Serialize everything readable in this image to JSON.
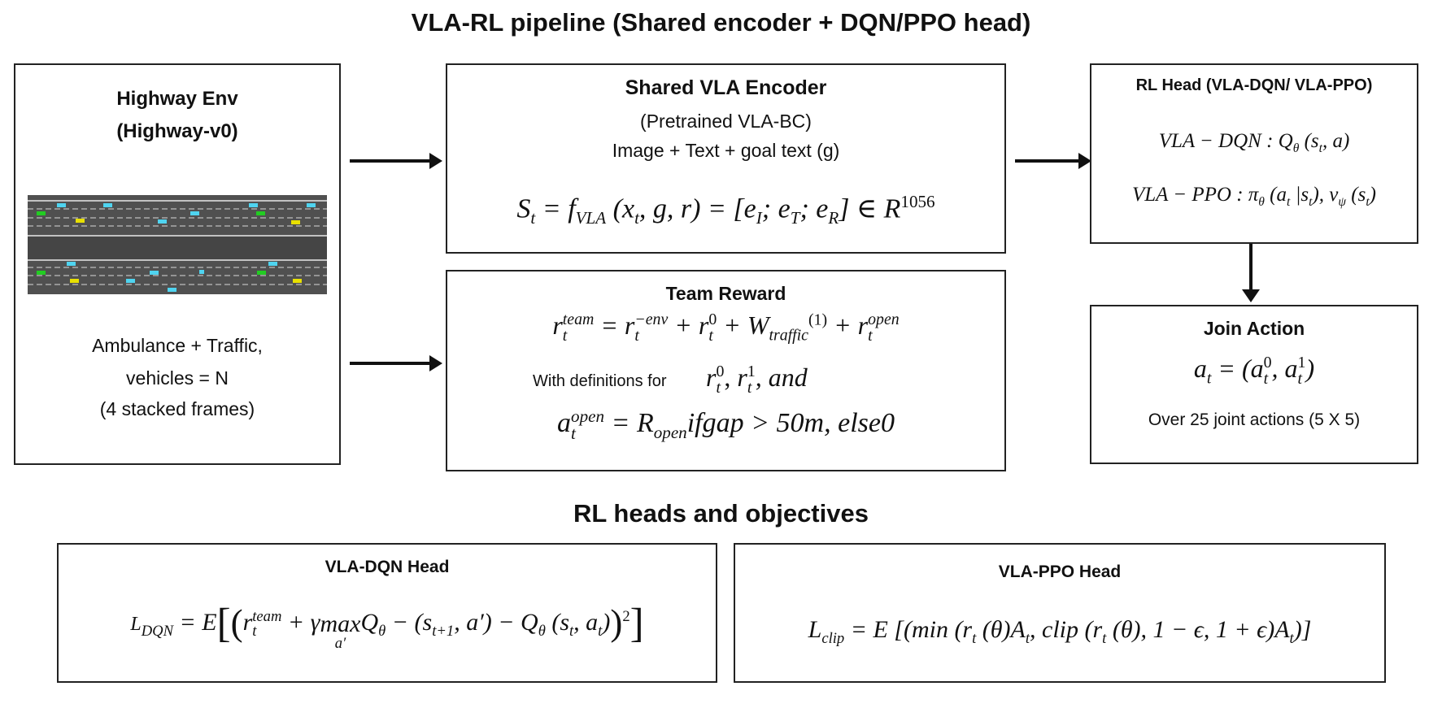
{
  "page_title": "VLA-RL pipeline (Shared encoder + DQN/PPO head)",
  "env_box": {
    "title_line1": "Highway Env",
    "title_line2": "(Highway-v0)",
    "image_label": "highway-simulation-frames",
    "desc_line1": "Ambulance + Traffic,",
    "desc_line2": "vehicles = N",
    "desc_line3": "(4 stacked frames)",
    "vehicle_colors": {
      "ego": "#22cc22",
      "ambulance": "#e8e000",
      "traffic": "#4fd4f0"
    }
  },
  "encoder_box": {
    "title": "Shared VLA Encoder",
    "subtitle": "(Pretrained VLA-BC)",
    "inputs": "Image + Text + goal text (g)",
    "formula": {
      "lhs": "S",
      "lhs_sub": "t",
      "eq1": " = f",
      "f_sub": "VLA",
      "args": " (x",
      "args_sub": "t",
      "args_rest": ", g, r) = [e",
      "eI": "I",
      "sep1": "; e",
      "eT": "T",
      "sep2": "; e",
      "eR": "R",
      "tail": "] ∈ R",
      "dim": "1056"
    }
  },
  "reward_box": {
    "title": "Team Reward",
    "formula1": {
      "r": "r",
      "sub": "t",
      "team": "team",
      "rest1": " = r",
      "env": "−env",
      "rest2": " + r",
      "zero": "0",
      "rest3": " + W",
      "traffic": "traffic",
      "one": "(1)",
      "rest4": " + r",
      "open": "open"
    },
    "definitions_label": "With definitions for",
    "definitions_math": {
      "r": "r",
      "sub": "t",
      "zero": "0",
      "one": "1",
      "and": ", and"
    },
    "formula2": {
      "a": "a",
      "sub": "t",
      "open": "open",
      "rest": " = R",
      "R_sub": "open",
      "tail": "ifgap > 50m, else0"
    }
  },
  "rl_head_box": {
    "title": "RL Head (VLA-DQN/ VLA-PPO)",
    "dqn_line": {
      "name": "VLA − DQN : Q",
      "theta": "θ",
      "args": " (s",
      "sub": "t",
      "tail": ", a)"
    },
    "ppo_line": {
      "name": "VLA − PPO : π",
      "theta": "θ",
      "args": " (a",
      "sub": "t",
      "mid": " |s",
      "tail": "), v",
      "psi": "ψ",
      "args2": " (s",
      "tail2": ")"
    }
  },
  "joint_action_box": {
    "title": "Join Action",
    "formula": {
      "a": "a",
      "sub": "t",
      "eq": " = (a",
      "zero": "0",
      "comma": ", a",
      "one": "1",
      "close": ")"
    },
    "caption": "Over 25 joint actions (5 X 5)"
  },
  "objectives_title": "RL heads and objectives",
  "dqn_head_box": {
    "title": "VLA-DQN Head",
    "formula": {
      "L": "L",
      "L_sub": "DQN",
      "eq": " = E",
      "r": "r",
      "team": "team",
      "t": "t",
      "plus": " + γ",
      "max": "max",
      "max_sub": "a′",
      "Q": "Q",
      "theta": "θ",
      "minus1": " − (s",
      "t1": "t+1",
      "ap": ", a′) − Q",
      "args": " (s",
      "at": ", a",
      "close": ")",
      "sq": "2"
    }
  },
  "ppo_head_box": {
    "title": "VLA-PPO Head",
    "formula": {
      "L": "L",
      "L_sub": "clip",
      "body": " = E [(min (r",
      "t": "t",
      "p1": " (θ)A",
      "p2": ", clip (r",
      "p3": " (θ), 1 − ϵ, 1 + ϵ)A",
      "end": ")]"
    }
  }
}
